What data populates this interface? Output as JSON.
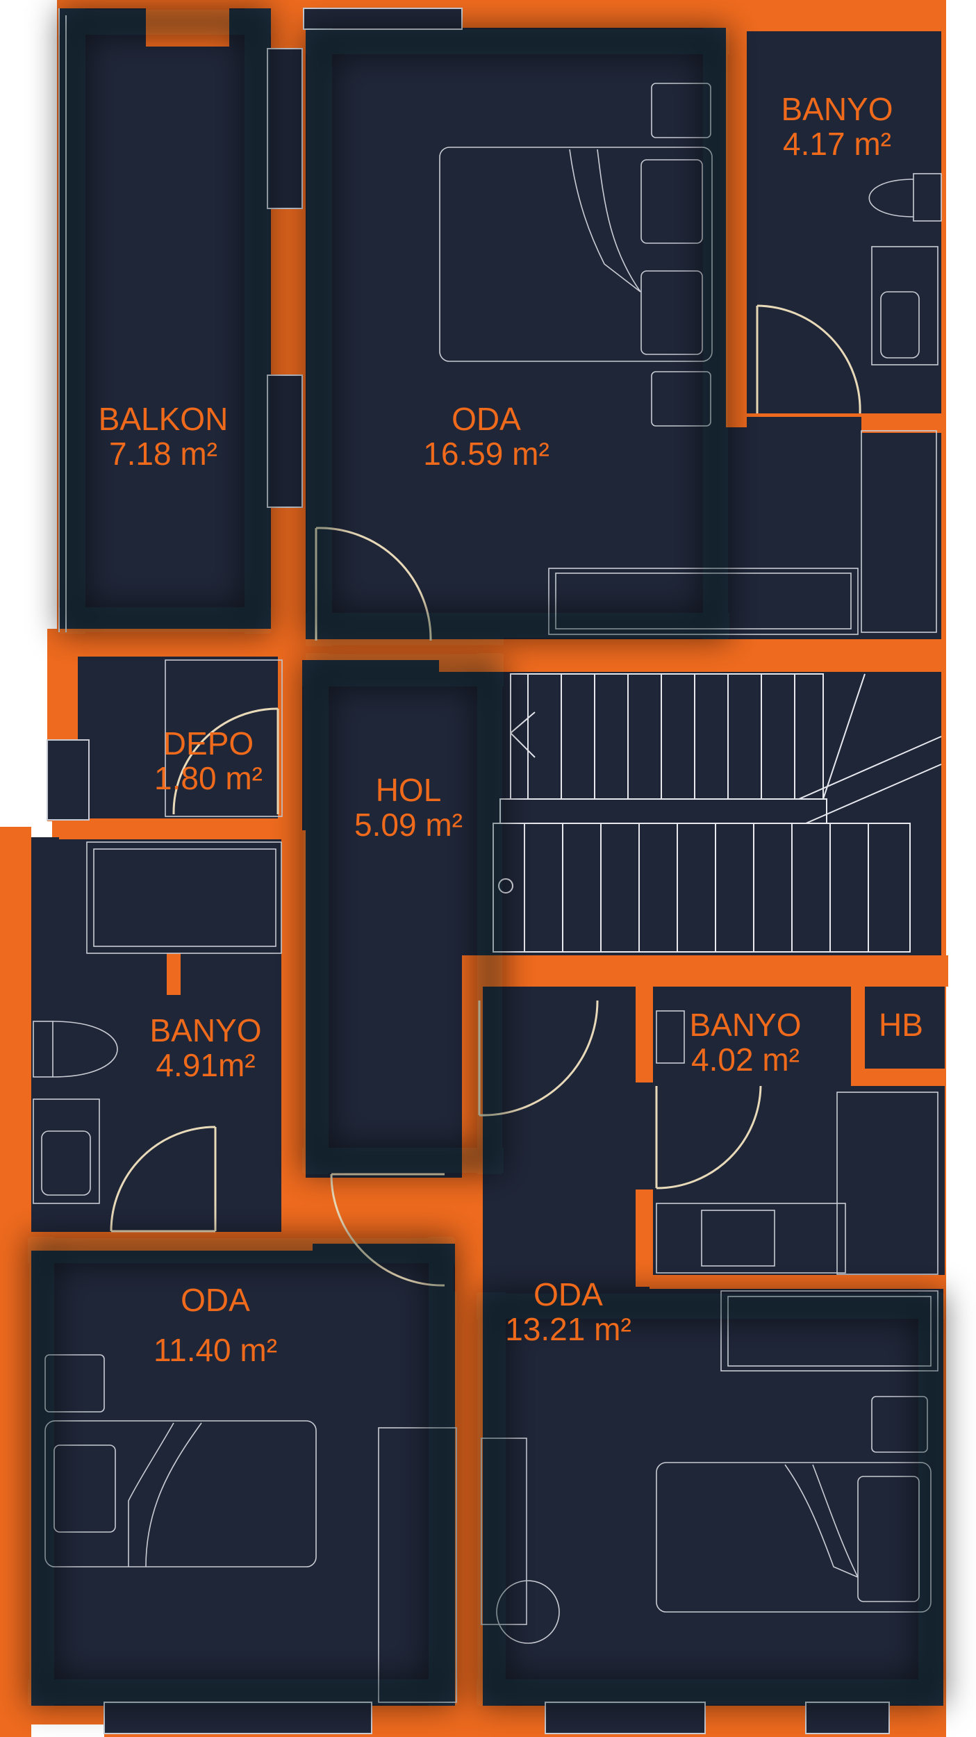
{
  "colors": {
    "wall": "#ee6a1e",
    "floor": "#1f2638",
    "floor_shadow": "#0b0f18",
    "line": "#c9ccd4",
    "door": "#e8d9b8",
    "label": "#f06a1c",
    "background": "#ffffff"
  },
  "rooms": [
    {
      "id": "balkon",
      "name": "BALKON",
      "area": "7.18 m²"
    },
    {
      "id": "oda-top",
      "name": "ODA",
      "area": "16.59 m²"
    },
    {
      "id": "banyo-top",
      "name": "BANYO",
      "area": "4.17 m²"
    },
    {
      "id": "depo",
      "name": "DEPO",
      "area": "1.80 m²"
    },
    {
      "id": "hol",
      "name": "HOL",
      "area": "5.09 m²"
    },
    {
      "id": "banyo-left",
      "name": "BANYO",
      "area": "4.91m²"
    },
    {
      "id": "banyo-right",
      "name": "BANYO",
      "area": "4.02 m²"
    },
    {
      "id": "hb",
      "name": "HB",
      "area": ""
    },
    {
      "id": "oda-left",
      "name": "ODA",
      "area": "11.40 m²"
    },
    {
      "id": "oda-right",
      "name": "ODA",
      "area": "13.21 m²"
    }
  ]
}
